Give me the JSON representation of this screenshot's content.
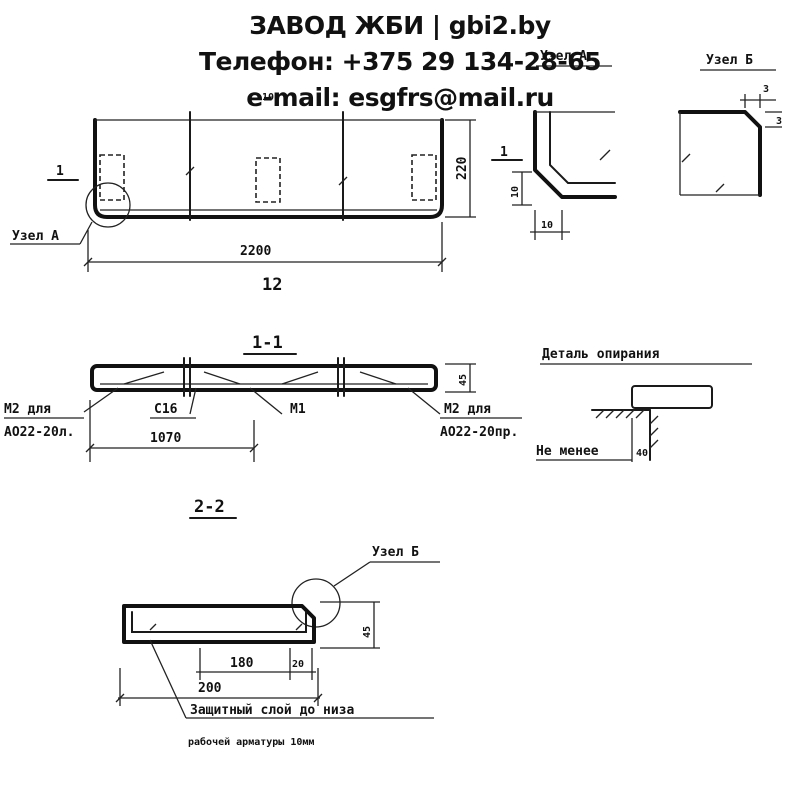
{
  "header": {
    "line1": "ЗАВОД ЖБИ | gbi2.by",
    "line2": "Телефон: +375 29 134-28-65",
    "line3": "e-mail: esgfrs@mail.ru"
  },
  "drawing": {
    "elevation": {
      "section_mark": "1",
      "node_label": "Узел А",
      "height_dim": "220",
      "length_dim": "2200",
      "length_mark": "12",
      "top_dim": "10"
    },
    "node_a": {
      "title": "Узел А",
      "mark": "1",
      "dim_vertical": "10",
      "dim_horizontal": "10"
    },
    "node_b": {
      "title": "Узел Б",
      "dim_top": "3",
      "dim_side": "3"
    },
    "section_1_1": {
      "title": "1-1",
      "left_note_line1": "М2 для",
      "left_note_line2": "АО22-20л.",
      "c_label": "С16",
      "m1_label": "М1",
      "right_note_line1": "М2 для",
      "right_note_line2": "АО22-20пр.",
      "half_length_dim": "1070",
      "thickness_dim": "45"
    },
    "support_detail": {
      "title": "Деталь опирания",
      "note": "Не менее",
      "value": "40"
    },
    "section_2_2": {
      "title": "2-2",
      "node_label": "Узел Б",
      "inner_dim": "180",
      "edge_dim": "20",
      "width_dim": "200",
      "height_dim": "45",
      "note_line1": "Защитный слой до низа",
      "note_line2": "рабочей арматуры 10мм"
    }
  }
}
